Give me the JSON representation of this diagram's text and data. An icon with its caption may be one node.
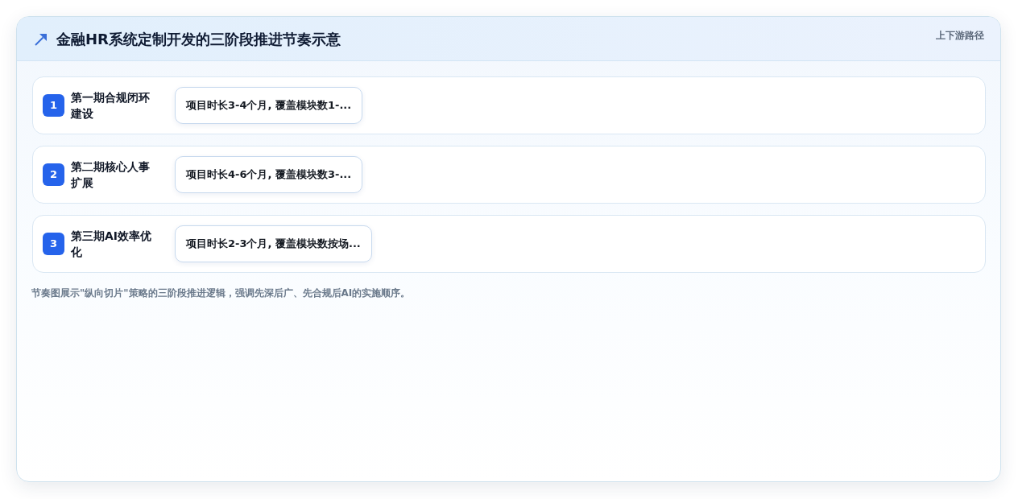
{
  "diagram": {
    "title": "金融HR系统定制开发的三阶段推进节奏示意",
    "caption": "节奏图展示\"纵向切片\"策略的三阶段推进逻辑，强调先深后广、先合规后AI的实施顺序。",
    "nodes": [
      {
        "text": [
          "第一期合规闭环建设"
        ]
      },
      {
        "text": [
          "1"
        ],
        "in": 0
      },
      {
        "text": [
          "项目时长3-4个月, 覆盖模块数1-..."
        ],
        "in": 0
      },
      {
        "text": [
          "第二期核心人事扩展"
        ]
      },
      {
        "text": [
          "2"
        ],
        "in": 3
      },
      {
        "text": [
          "项目时长4-6个月, 覆盖模块数3-..."
        ],
        "in": 3
      },
      {
        "text": [
          "第三期AI效率优化"
        ]
      },
      {
        "text": [
          "3"
        ],
        "in": 6
      },
      {
        "text": [
          "项目时长2-3个月, 覆盖模块数按场..."
        ],
        "in": 6
      }
    ],
    "labels": [
      "上下游路径"
    ]
  }
}
